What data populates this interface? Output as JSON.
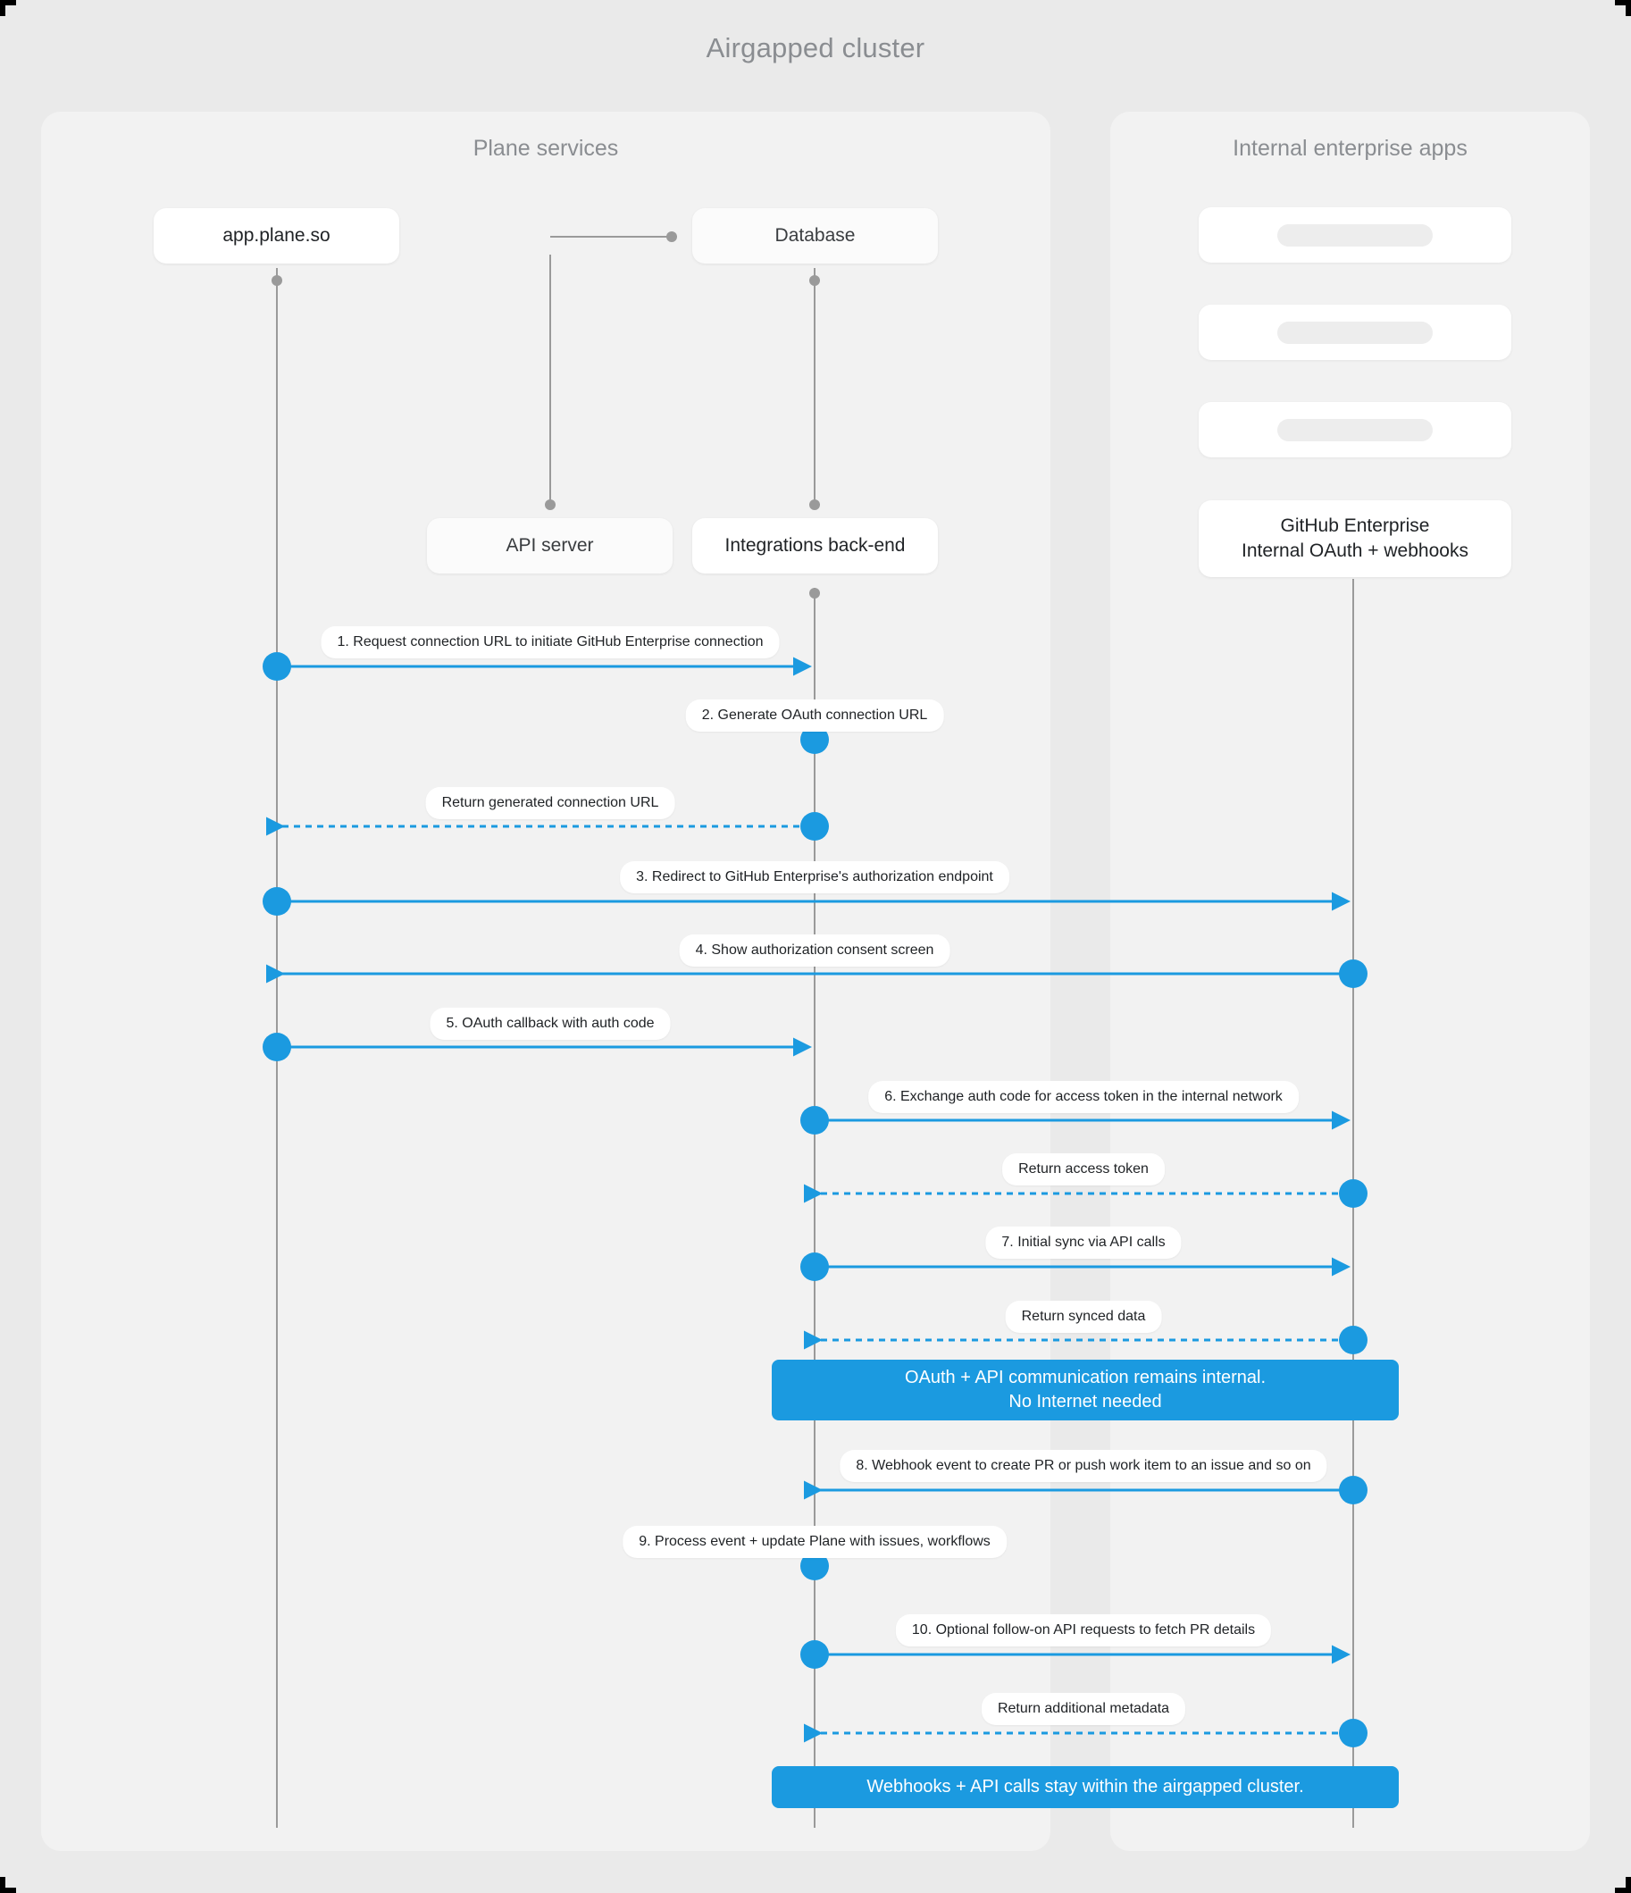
{
  "title": "Airgapped cluster",
  "panels": {
    "left": {
      "title": "Plane services"
    },
    "right": {
      "title": "Internal enterprise apps"
    }
  },
  "nodes": [
    {
      "id": "app",
      "label": "app.plane.so"
    },
    {
      "id": "database",
      "label": "Database"
    },
    {
      "id": "api",
      "label": "API server"
    },
    {
      "id": "integrations",
      "label": "Integrations back-end"
    },
    {
      "id": "ghe",
      "label": "GitHub Enterprise\nInternal OAuth + webhooks",
      "line1": "GitHub Enterprise",
      "line2": "Internal OAuth + webhooks"
    }
  ],
  "placeholders": [
    {
      "id": "app-placeholder-1",
      "label": ""
    },
    {
      "id": "app-placeholder-2",
      "label": ""
    },
    {
      "id": "app-placeholder-3",
      "label": ""
    }
  ],
  "messages": [
    {
      "n": 1,
      "label": "1. Request connection URL to initiate GitHub Enterprise connection",
      "from": "app",
      "to": "integrations",
      "style": "solid",
      "dir": "right"
    },
    {
      "n": 2,
      "label": "2. Generate OAuth connection URL",
      "from": "integrations",
      "to": "integrations",
      "style": "self",
      "dir": "self"
    },
    {
      "n": 3,
      "label": "Return generated connection URL",
      "from": "integrations",
      "to": "app",
      "style": "dashed",
      "dir": "left"
    },
    {
      "n": 4,
      "label": "3. Redirect to GitHub Enterprise's authorization endpoint",
      "from": "app",
      "to": "ghe",
      "style": "solid",
      "dir": "right"
    },
    {
      "n": 5,
      "label": "4. Show authorization consent screen",
      "from": "ghe",
      "to": "app",
      "style": "solid",
      "dir": "left"
    },
    {
      "n": 6,
      "label": "5. OAuth callback with auth code",
      "from": "app",
      "to": "integrations",
      "style": "solid",
      "dir": "right"
    },
    {
      "n": 7,
      "label": "6. Exchange auth code for access token in the internal network",
      "from": "integrations",
      "to": "ghe",
      "style": "solid",
      "dir": "right"
    },
    {
      "n": 8,
      "label": "Return access token",
      "from": "ghe",
      "to": "integrations",
      "style": "dashed",
      "dir": "left"
    },
    {
      "n": 9,
      "label": "7. Initial sync via API calls",
      "from": "integrations",
      "to": "ghe",
      "style": "solid",
      "dir": "right"
    },
    {
      "n": 10,
      "label": "Return synced data",
      "from": "ghe",
      "to": "integrations",
      "style": "dashed",
      "dir": "left"
    },
    {
      "n": 11,
      "label": "8. Webhook event to create PR  or push work item to an issue  and so on",
      "from": "ghe",
      "to": "integrations",
      "style": "solid",
      "dir": "left"
    },
    {
      "n": 12,
      "label": "9. Process event + update Plane with issues, workflows",
      "from": "integrations",
      "to": "integrations",
      "style": "self",
      "dir": "self"
    },
    {
      "n": 13,
      "label": "10. Optional follow-on API requests to fetch PR details",
      "from": "integrations",
      "to": "ghe",
      "style": "solid",
      "dir": "right"
    },
    {
      "n": 14,
      "label": "Return additional metadata",
      "from": "ghe",
      "to": "integrations",
      "style": "dashed",
      "dir": "left"
    }
  ],
  "notes": [
    {
      "id": "note-internal",
      "line1": "OAuth + API communication remains internal.",
      "line2": "No Internet needed"
    },
    {
      "id": "note-airgapped",
      "line1": "Webhooks + API calls stay within the airgapped cluster.",
      "line2": ""
    }
  ],
  "colors": {
    "accent": "#1b9ae0",
    "page_background": "#eaeaea",
    "panel_background": "#f2f2f2",
    "node_background": "#ffffff",
    "lifeline": "#9a9a9a",
    "title_text": "#8a8d91"
  }
}
